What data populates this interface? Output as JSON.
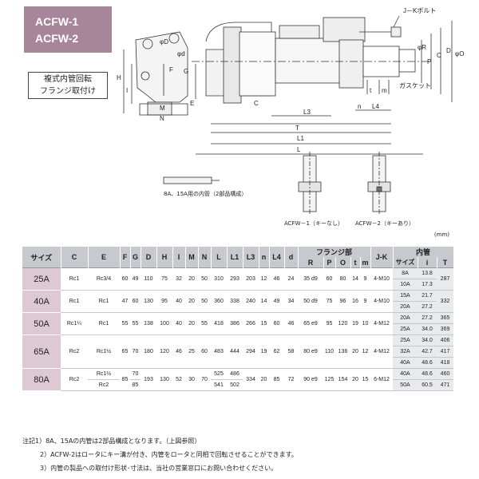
{
  "title": {
    "line1": "ACFW-1",
    "line2": "ACFW-2"
  },
  "subtitle": {
    "line1": "複式内管回転",
    "line2": "フランジ取付け"
  },
  "drawing_labels": {
    "jk_bolt": "J－Kボルト",
    "gasket": "ガスケット",
    "phi_d_upper": "φD",
    "phi_d": "φd",
    "phi_r": "φR",
    "p": "P",
    "c_v": "C",
    "d_v": "D",
    "phi_o": "φO",
    "h": "H",
    "f": "F",
    "g": "G",
    "i": "I",
    "e": "E",
    "c": "C",
    "m": "M",
    "n": "N",
    "n_small": "n",
    "t_small": "t",
    "m_small": "m",
    "l4": "L4",
    "l3": "L3",
    "t": "T",
    "l1": "L1",
    "l": "L",
    "inner_tube_caption": "8A、15A用の内管（2部品構成）",
    "acfw1_caption": "ACFW－1（キーなし）",
    "acfw2_caption": "ACFW－2（キーあり）"
  },
  "table": {
    "unit": "(mm)",
    "headers": {
      "size": "サイズ",
      "c": "C",
      "e": "E",
      "f": "F",
      "g": "G",
      "d": "D",
      "h": "H",
      "i": "I",
      "m": "M",
      "n": "N",
      "l": "L",
      "l1": "L1",
      "l3": "L3",
      "n2": "n",
      "l4": "L4",
      "d_small": "d",
      "flange": "フランジ部",
      "r": "R",
      "p": "P",
      "o": "O",
      "t": "t",
      "m_small": "m",
      "jk": "J-K",
      "tube": "内管",
      "tube_size": "サイズ",
      "tube_i": "i",
      "tube_t": "T"
    },
    "rows": [
      {
        "size": "25A",
        "c": "Rc1",
        "e": "Rc3/4",
        "f": "60",
        "g": "49",
        "d": "110",
        "h": "75",
        "i": "32",
        "m": "20",
        "n": "50",
        "l": "310",
        "l1": "293",
        "l3": "203",
        "n2": "12",
        "l4": "46",
        "d_small": "24",
        "r": "35 d9",
        "p": "60",
        "o": "80",
        "t": "14",
        "m_small": "9",
        "jk": "4-M10",
        "tubes": [
          {
            "size": "8A",
            "i": "13.8"
          },
          {
            "size": "10A",
            "i": "17.3"
          }
        ],
        "T": "287"
      },
      {
        "size": "40A",
        "c": "Rc1",
        "e": "Rc1",
        "f": "47",
        "g": "60",
        "d": "130",
        "h": "95",
        "i": "40",
        "m": "20",
        "n": "50",
        "l": "360",
        "l1": "338",
        "l3": "240",
        "n2": "14",
        "l4": "49",
        "d_small": "34",
        "r": "50 d9",
        "p": "75",
        "o": "96",
        "t": "16",
        "m_small": "9",
        "jk": "4-M10",
        "tubes": [
          {
            "size": "15A",
            "i": "21.7"
          },
          {
            "size": "20A",
            "i": "27.2"
          }
        ],
        "T": "332"
      },
      {
        "size": "50A",
        "c": "Rc1¼",
        "e": "Rc1",
        "f": "55",
        "g": "55",
        "d": "138",
        "h": "100",
        "i": "40",
        "m": "20",
        "n": "55",
        "l": "418",
        "l1": "386",
        "l3": "266",
        "n2": "15",
        "l4": "60",
        "d_small": "46",
        "r": "65 e9",
        "p": "95",
        "o": "120",
        "t": "19",
        "m_small": "10",
        "jk": "4-M12",
        "tubes": [
          {
            "size": "20A",
            "i": "27.2",
            "T": "365"
          },
          {
            "size": "25A",
            "i": "34.0",
            "T": "369"
          }
        ]
      },
      {
        "size": "65A",
        "c": "Rc2",
        "e": "Rc1½",
        "f": "65",
        "g": "70",
        "d": "180",
        "h": "120",
        "i": "46",
        "m": "25",
        "n": "60",
        "l": "483",
        "l1": "444",
        "l3": "294",
        "n2": "19",
        "l4": "62",
        "d_small": "58",
        "r": "80 e9",
        "p": "110",
        "o": "136",
        "t": "20",
        "m_small": "12",
        "jk": "4-M12",
        "tubes": [
          {
            "size": "25A",
            "i": "34.0",
            "T": "406"
          },
          {
            "size": "32A",
            "i": "42.7",
            "T": "417"
          },
          {
            "size": "40A",
            "i": "48.6",
            "T": "418"
          }
        ]
      },
      {
        "size": "80A",
        "c": "Rc2",
        "e_top": "Rc1½",
        "e_bottom": "Rc2",
        "f": "85",
        "g_top": "70",
        "g_bottom": "85",
        "d": "193",
        "h": "130",
        "i": "52",
        "m": "30",
        "n": "70",
        "l_top": "525",
        "l_bottom": "541",
        "l1_top": "486",
        "l1_bottom": "502",
        "l3": "334",
        "n2": "20",
        "l4": "85",
        "d_small": "72",
        "r": "90 e9",
        "p": "125",
        "o": "154",
        "t": "20",
        "m_small": "15",
        "jk": "6-M12",
        "tubes": [
          {
            "size": "40A",
            "i": "48.6",
            "T": "460"
          },
          {
            "size": "50A",
            "i": "60.5",
            "T": "471"
          }
        ]
      }
    ]
  },
  "notes": [
    "注記1）8A、15Aの内管は2部品構成となります。（上図参照）",
    "2）ACFW-2はロータにキー溝が付き、内管をロータと同相で回転させることができます。",
    "3）内管の製品への取付け形状･寸法は、当社の営業窓口にお問い合わせください。"
  ],
  "colors": {
    "title_bg": "#a8869a",
    "size_cell": "#ddc9d3",
    "header_bg": "#c6c9ce",
    "highlight": "#f3b13c"
  }
}
